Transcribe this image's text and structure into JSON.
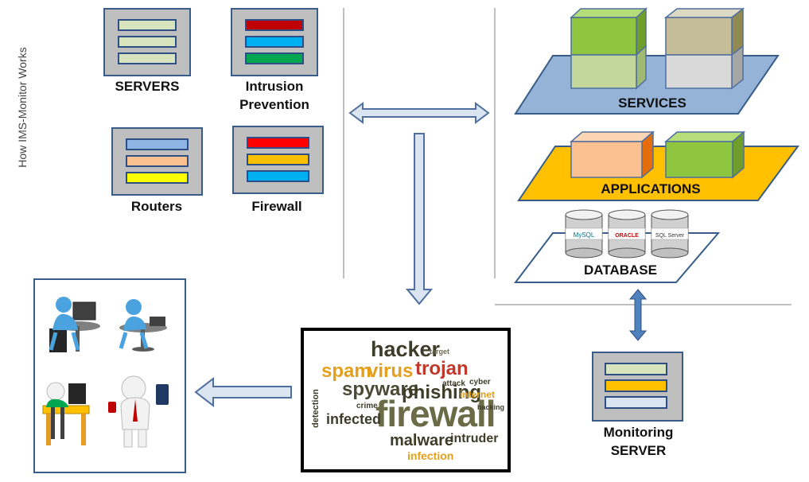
{
  "side_title": "How IMS-Monitor Works",
  "devices": {
    "servers": "SERVERS",
    "intrusion_line1": "Intrusion",
    "intrusion_line2": "Prevention",
    "routers": "Routers",
    "firewall": "Firewall"
  },
  "layers": {
    "services": "SERVICES",
    "applications": "APPLICATIONS",
    "database": "DATABASE"
  },
  "databases": [
    "MySQL",
    "ORACLE",
    "SQL Server"
  ],
  "monitoring": {
    "line1": "Monitoring",
    "line2": "SERVER"
  },
  "word_cloud": {
    "hacker": "hacker",
    "spam": "spam",
    "virus": "virus",
    "trojan": "trojan",
    "spyware": "spyware",
    "phishing": "phishing",
    "firewall": "firewall",
    "malware": "malware",
    "intruder": "intruder",
    "infection": "infection",
    "infected": "infected",
    "attack": "attack",
    "cyber": "cyber",
    "internet": "internet",
    "detection": "detection",
    "crime": "crime",
    "hacking": "hacking",
    "target": "target"
  },
  "colors": {
    "border_blue": "#385d8a",
    "arrow_fill": "#dbe5f1",
    "services_plane": "#95b3d7",
    "applications_plane": "#ffc000",
    "green_box": "#8fc63f",
    "tan_box": "#c4bd97",
    "peach_box": "#fac090",
    "device_gray": "#bfbfbf"
  }
}
